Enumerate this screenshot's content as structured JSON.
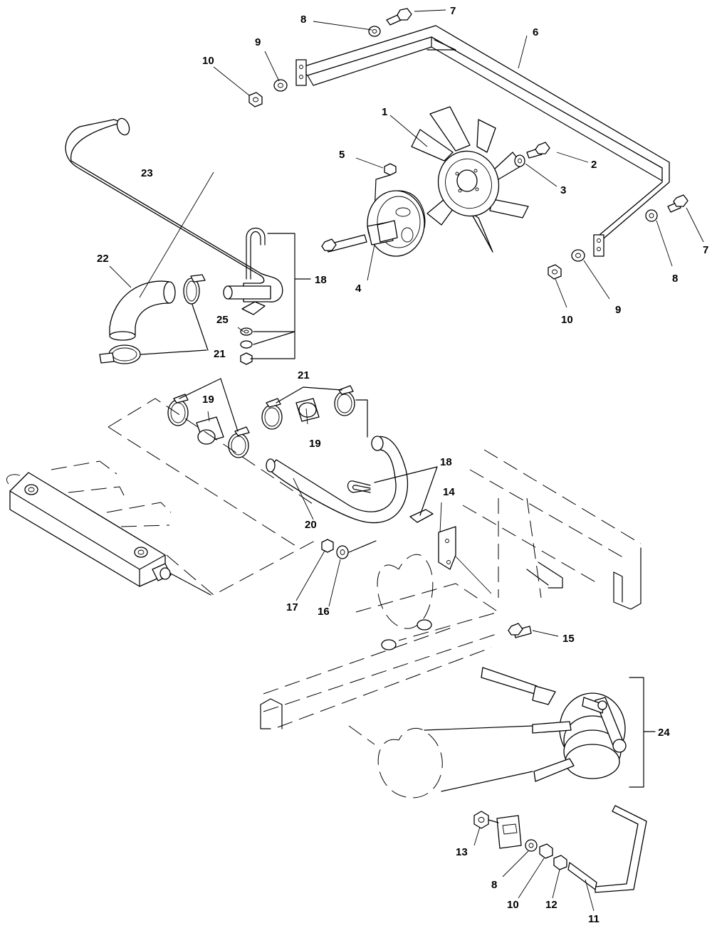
{
  "callouts": [
    {
      "id": "c1",
      "text": "1"
    },
    {
      "id": "c2",
      "text": "2"
    },
    {
      "id": "c3",
      "text": "3"
    },
    {
      "id": "c4",
      "text": "4"
    },
    {
      "id": "c5",
      "text": "5"
    },
    {
      "id": "c6",
      "text": "6"
    },
    {
      "id": "c7a",
      "text": "7"
    },
    {
      "id": "c7b",
      "text": "7"
    },
    {
      "id": "c8a",
      "text": "8"
    },
    {
      "id": "c8b",
      "text": "8"
    },
    {
      "id": "c8c",
      "text": "8"
    },
    {
      "id": "c9a",
      "text": "9"
    },
    {
      "id": "c9b",
      "text": "9"
    },
    {
      "id": "c10a",
      "text": "10"
    },
    {
      "id": "c10b",
      "text": "10"
    },
    {
      "id": "c10c",
      "text": "10"
    },
    {
      "id": "c11",
      "text": "11"
    },
    {
      "id": "c12",
      "text": "12"
    },
    {
      "id": "c13",
      "text": "13"
    },
    {
      "id": "c14",
      "text": "14"
    },
    {
      "id": "c15",
      "text": "15"
    },
    {
      "id": "c16",
      "text": "16"
    },
    {
      "id": "c17",
      "text": "17"
    },
    {
      "id": "c18a",
      "text": "18"
    },
    {
      "id": "c18b",
      "text": "18"
    },
    {
      "id": "c19a",
      "text": "19"
    },
    {
      "id": "c19b",
      "text": "19"
    },
    {
      "id": "c20",
      "text": "20"
    },
    {
      "id": "c21a",
      "text": "21"
    },
    {
      "id": "c21b",
      "text": "21"
    },
    {
      "id": "c22",
      "text": "22"
    },
    {
      "id": "c23",
      "text": "23"
    },
    {
      "id": "c24",
      "text": "24"
    },
    {
      "id": "c25",
      "text": "25"
    }
  ]
}
